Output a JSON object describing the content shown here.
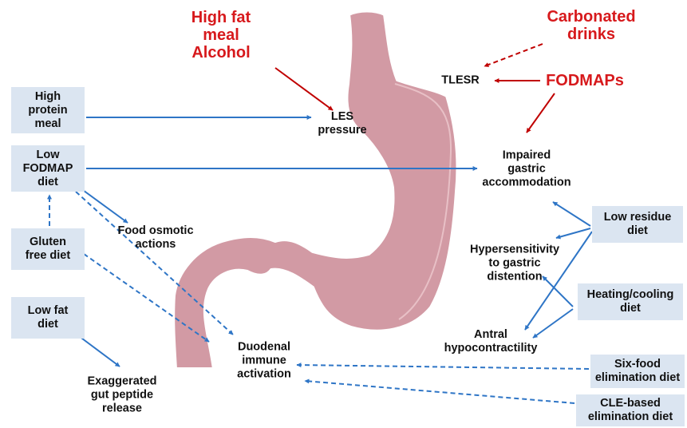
{
  "colors": {
    "stomach_fill": "#d29aa4",
    "stomach_stroke": "#ffffff",
    "diet_box": "#dbe5f1",
    "diet_arrow": "#2e75c6",
    "trigger_text": "#d7191c",
    "trigger_arrow": "#c00000",
    "mechanism_text": "#111111"
  },
  "triggers": {
    "high_fat_alcohol": "High fat\nmeal\nAlcohol",
    "carbonated": "Carbonated\ndrinks",
    "fodmaps": "FODMAPs"
  },
  "mechanisms": {
    "tlesr": "TLESR",
    "les_pressure": "LES\npressure",
    "gastric_accommodation": "Impaired\ngastric\naccommodation",
    "food_osmotic": "Food osmotic\nactions",
    "hypersensitivity": "Hypersensitivity\nto gastric\ndistention",
    "antral": "Antral\nhypocontractility",
    "duodenal": "Duodenal\nimmune\nactivation",
    "gut_peptide": "Exaggerated\ngut peptide\nrelease"
  },
  "diets": {
    "high_protein": "High\nprotein\nmeal",
    "low_fodmap": "Low\nFODMAP\ndiet",
    "gluten_free": "Gluten\nfree diet",
    "low_fat": "Low fat\ndiet",
    "low_residue": "Low residue\ndiet",
    "heating_cooling": "Heating/cooling\ndiet",
    "six_food": "Six-food\nelimination diet",
    "cle_based": "CLE-based\nelimination diet"
  }
}
